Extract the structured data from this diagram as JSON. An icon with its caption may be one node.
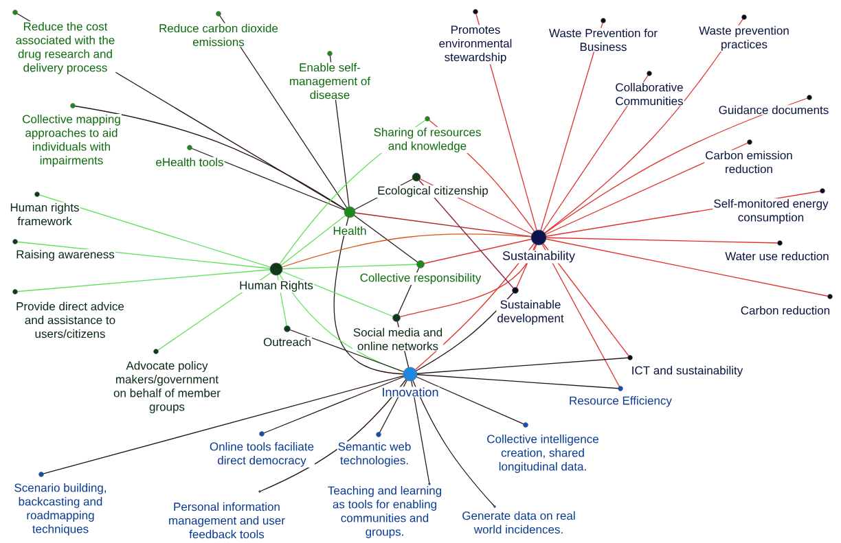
{
  "diagram": {
    "nodes": [
      {
        "text": [
          "Reduce the cost associated with the drug research and delivery process"
        ]
      },
      {
        "text": [
          "Reduce carbon dioxide emissions"
        ]
      },
      {
        "text": [
          "Promotes environmental stewardship"
        ]
      },
      {
        "text": [
          "Waste Prevention for Business"
        ]
      },
      {
        "text": [
          "Waste prevention practices"
        ]
      },
      {
        "text": [
          "Enable self-management of disease"
        ]
      },
      {
        "text": [
          "Collaborative Communities"
        ]
      },
      {
        "text": [
          "Collective mapping approaches to aid individuals with impairments"
        ]
      },
      {
        "text": [
          "Guidance documents"
        ]
      },
      {
        "text": [
          "Sharing of resources and knowledge"
        ]
      },
      {
        "text": [
          "eHealth tools"
        ]
      },
      {
        "text": [
          "Carbon emission reduction"
        ]
      },
      {
        "text": [
          "Ecological citizenship"
        ]
      },
      {
        "text": [
          "Self-monitored energy consumption"
        ]
      },
      {
        "text": [
          "Human rights framework"
        ]
      },
      {
        "text": [
          "Health"
        ]
      },
      {
        "text": [
          "Raising awareness"
        ]
      },
      {
        "text": [
          "Sustainability"
        ]
      },
      {
        "text": [
          "Water use reduction"
        ]
      },
      {
        "text": [
          "Collective responsibility"
        ]
      },
      {
        "text": [
          "Human Rights"
        ]
      },
      {
        "text": [
          "Provide direct advice and assistance to users/citizens"
        ]
      },
      {
        "text": [
          "Sustainable development"
        ]
      },
      {
        "text": [
          "Carbon reduction"
        ]
      },
      {
        "text": [
          "Social media and online networks"
        ]
      },
      {
        "text": [
          "Outreach"
        ]
      },
      {
        "text": [
          "Advocate policy makers/government on behalf of member groups"
        ]
      },
      {
        "text": [
          "ICT and sustainability"
        ]
      },
      {
        "text": [
          "Innovation"
        ]
      },
      {
        "text": [
          "Resource Efficiency"
        ]
      },
      {
        "text": [
          "Online tools faciliate direct democracy"
        ]
      },
      {
        "text": [
          "Semantic web technologies."
        ]
      },
      {
        "text": [
          "Collective intelligence creation, shared longitudinal data."
        ]
      },
      {
        "text": [
          "Scenario building, backcasting and roadmapping techniques"
        ]
      },
      {
        "text": [
          "Personal information management and user feedback tools"
        ]
      },
      {
        "text": [
          "Teaching and learning as tools for enabling communities and groups."
        ]
      },
      {
        "text": [
          "Generate data on real world incidences."
        ]
      }
    ],
    "edges": [
      {
        "from": 15,
        "to": 0,
        "arrow": "none"
      },
      {
        "from": 15,
        "to": 1,
        "arrow": "none"
      },
      {
        "from": 15,
        "to": 5,
        "arrow": "none"
      },
      {
        "from": 15,
        "to": 7,
        "arrow": "none"
      },
      {
        "from": 15,
        "to": 10,
        "arrow": "none"
      },
      {
        "from": 15,
        "to": 12,
        "arrow": "none"
      },
      {
        "from": 15,
        "to": 19,
        "arrow": "none"
      },
      {
        "from": 15,
        "to": 28,
        "arrow": "none"
      },
      {
        "from": 15,
        "to": 17,
        "arrow": "none",
        "color": "#b02020"
      },
      {
        "from": 20,
        "to": 15,
        "arrow": "none",
        "color": "#5ee05a"
      },
      {
        "from": 20,
        "to": 9,
        "arrow": "none",
        "color": "#5ee05a"
      },
      {
        "from": 20,
        "to": 14,
        "arrow": "none",
        "color": "#5ee05a"
      },
      {
        "from": 20,
        "to": 16,
        "arrow": "none",
        "color": "#5ee05a"
      },
      {
        "from": 20,
        "to": 21,
        "arrow": "none",
        "color": "#5ee05a"
      },
      {
        "from": 20,
        "to": 26,
        "arrow": "none",
        "color": "#5ee05a"
      },
      {
        "from": 20,
        "to": 19,
        "arrow": "none",
        "color": "#5ee05a"
      },
      {
        "from": 20,
        "to": 24,
        "arrow": "none",
        "color": "#5ee05a"
      },
      {
        "from": 20,
        "to": 25,
        "arrow": "none",
        "color": "#5ee05a"
      },
      {
        "from": 20,
        "to": 28,
        "arrow": "none",
        "color": "#5ee05a"
      },
      {
        "from": 20,
        "to": 17,
        "arrow": "none",
        "color": "#d9531e"
      },
      {
        "from": 17,
        "to": 2,
        "arrow": "none",
        "color": "#e0302a"
      },
      {
        "from": 17,
        "to": 3,
        "arrow": "none",
        "color": "#e0302a"
      },
      {
        "from": 17,
        "to": 4,
        "arrow": "none",
        "color": "#e0302a"
      },
      {
        "from": 17,
        "to": 6,
        "arrow": "none",
        "color": "#e0302a"
      },
      {
        "from": 17,
        "to": 8,
        "arrow": "none",
        "color": "#e0302a"
      },
      {
        "from": 17,
        "to": 9,
        "arrow": "none",
        "color": "#e0302a"
      },
      {
        "from": 17,
        "to": 11,
        "arrow": "none",
        "color": "#e0302a"
      },
      {
        "from": 17,
        "to": 12,
        "arrow": "none",
        "color": "#e0302a"
      },
      {
        "from": 17,
        "to": 13,
        "arrow": "none",
        "color": "#e0302a"
      },
      {
        "from": 17,
        "to": 18,
        "arrow": "none",
        "color": "#e0302a"
      },
      {
        "from": 17,
        "to": 23,
        "arrow": "none",
        "color": "#e0302a"
      },
      {
        "from": 17,
        "to": 19,
        "arrow": "none",
        "color": "#e0302a"
      },
      {
        "from": 17,
        "to": 24,
        "arrow": "none",
        "color": "#e0302a"
      },
      {
        "from": 17,
        "to": 22,
        "arrow": "none",
        "color": "#e0302a"
      },
      {
        "from": 17,
        "to": 28,
        "arrow": "none",
        "color": "#e0302a"
      },
      {
        "from": 17,
        "to": 27,
        "arrow": "none",
        "color": "#e0302a"
      },
      {
        "from": 17,
        "to": 29,
        "arrow": "none",
        "color": "#e0302a"
      },
      {
        "from": 12,
        "to": 22,
        "arrow": "none",
        "color": "#8a1a4a"
      },
      {
        "from": 19,
        "to": 24,
        "arrow": "none"
      },
      {
        "from": 24,
        "to": 28,
        "arrow": "none"
      },
      {
        "from": 25,
        "to": 28,
        "arrow": "none"
      },
      {
        "from": 22,
        "to": 28,
        "arrow": "none"
      },
      {
        "from": 28,
        "to": 27,
        "arrow": "none"
      },
      {
        "from": 28,
        "to": 29,
        "arrow": "none"
      },
      {
        "from": 28,
        "to": 30,
        "arrow": "none"
      },
      {
        "from": 28,
        "to": 31,
        "arrow": "none"
      },
      {
        "from": 28,
        "to": 32,
        "arrow": "none"
      },
      {
        "from": 28,
        "to": 33,
        "arrow": "none"
      },
      {
        "from": 28,
        "to": 34,
        "arrow": "none"
      },
      {
        "from": 28,
        "to": 35,
        "arrow": "none"
      },
      {
        "from": 28,
        "to": 36,
        "arrow": "none"
      }
    ]
  }
}
